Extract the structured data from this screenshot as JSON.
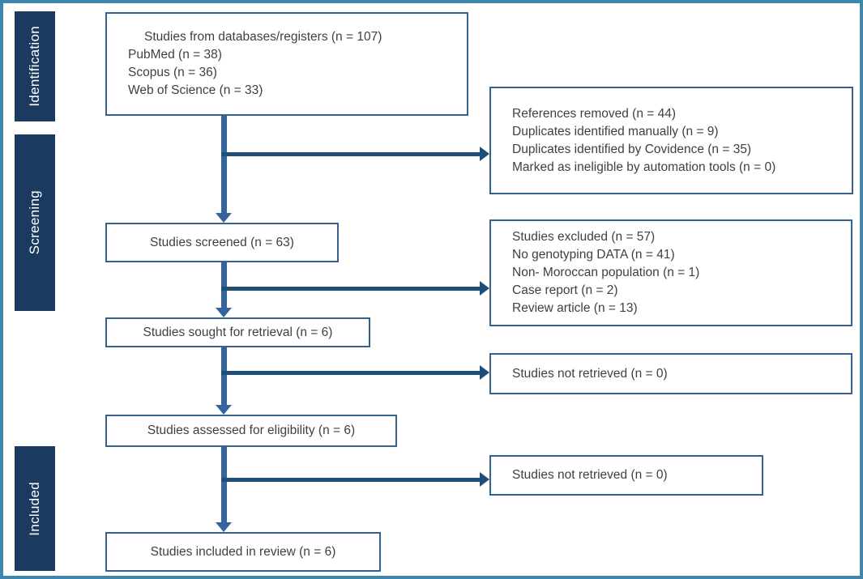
{
  "frame": {
    "border_color": "#3e86ab",
    "background_color": "#ffffff"
  },
  "sidebar": {
    "fill_color": "#1b3a5f",
    "text_color": "#ffffff",
    "stages": [
      {
        "label": "Identification"
      },
      {
        "label": "Screening"
      },
      {
        "label": "Included"
      }
    ]
  },
  "flow": {
    "box_border_color": "#35618f",
    "text_color": "#3f3f3f",
    "arrow_vertical_color": "#35649c",
    "arrow_horizontal_color": "#1f4e79",
    "boxes": {
      "databases": {
        "lines": [
          "Studies from databases/registers (n = 107)",
          "PubMed (n = 38)",
          "Scopus (n = 36)",
          "Web of Science (n = 33)"
        ]
      },
      "references_removed": {
        "lines": [
          "References removed (n = 44)",
          "Duplicates identified manually (n = 9)",
          "Duplicates identified by Covidence (n = 35)",
          "Marked as ineligible by automation tools (n = 0)"
        ]
      },
      "screened": {
        "label": "Studies screened (n = 63)"
      },
      "excluded": {
        "lines": [
          "Studies excluded (n = 57)",
          "No genotyping DATA (n = 41)",
          "Non- Moroccan population (n = 1)",
          "Case report (n = 2)",
          "Review article (n = 13)"
        ]
      },
      "sought": {
        "label": "Studies sought for retrieval (n = 6)"
      },
      "not_retrieved_1": {
        "label": "Studies not retrieved (n = 0)"
      },
      "assessed": {
        "label": "Studies assessed for eligibility (n = 6)"
      },
      "not_retrieved_2": {
        "label": "Studies not retrieved (n = 0)"
      },
      "included": {
        "label": "Studies included in review (n = 6)"
      }
    }
  }
}
